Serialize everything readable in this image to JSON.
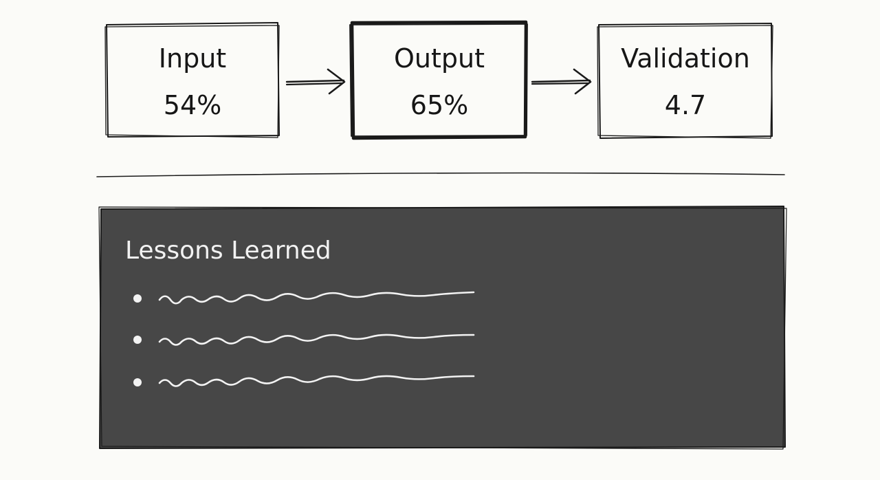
{
  "stages": [
    {
      "id": "input",
      "label": "Input",
      "value": "54%",
      "emphasis": false
    },
    {
      "id": "output",
      "label": "Output",
      "value": "65%",
      "emphasis": true
    },
    {
      "id": "validation",
      "label": "Validation",
      "value": "4.7",
      "emphasis": false
    }
  ],
  "panel": {
    "title": "Lessons Learned",
    "bullet_count": 3,
    "background_color": "#474747",
    "text_color": "#f2f2f2"
  },
  "colors": {
    "page_background": "#fbfbf8",
    "ink": "#1a1a1a"
  }
}
